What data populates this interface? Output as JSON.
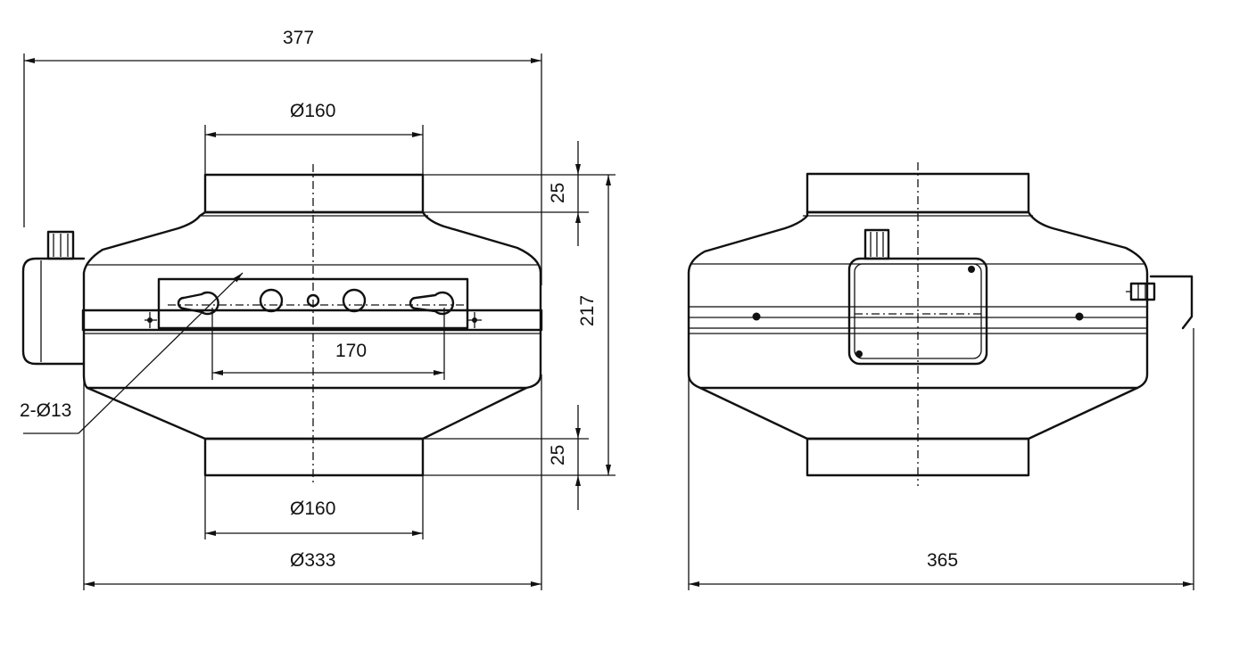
{
  "front_view": {
    "overall_width": "377",
    "inlet_diameter": "Ø160",
    "outlet_diameter": "Ø160",
    "body_diameter": "Ø333",
    "hole_spacing": "170",
    "mounting_holes": "2-Ø13",
    "top_collar_height": "25",
    "bottom_collar_height": "25",
    "total_height": "217"
  },
  "side_view": {
    "overall_width": "365"
  }
}
